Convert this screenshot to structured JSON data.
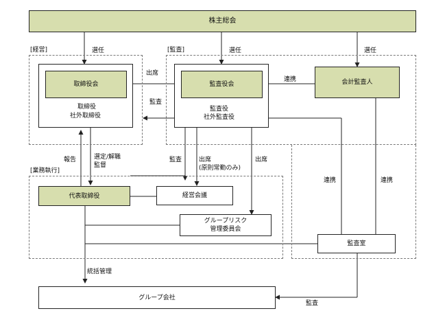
{
  "nodes": {
    "shareholders": "株主総会",
    "board": "取締役会",
    "board_members": [
      "取締役",
      "社外取締役"
    ],
    "audit_board": "監査役会",
    "audit_members": [
      "監査役",
      "社外監査役"
    ],
    "auditor": "会計監査人",
    "ceo": "代表取締役",
    "mgmt_meeting": "経営会議",
    "risk_committee": [
      "グループリスク",
      "管理委員会"
    ],
    "audit_office": "監査室",
    "group": "グループ会社"
  },
  "sections": {
    "management": "[経営]",
    "audit": "[監査]",
    "execution": "[業務執行]"
  },
  "edges": {
    "appoint": "選任",
    "attend": "出席",
    "audit": "監査",
    "cooperate": "連携",
    "report": "報告",
    "select_supervise": [
      "選定/解職",
      "監督"
    ],
    "attend_principle": [
      "出席",
      "(原則常勤のみ)"
    ],
    "oversee": "統括管理"
  }
}
